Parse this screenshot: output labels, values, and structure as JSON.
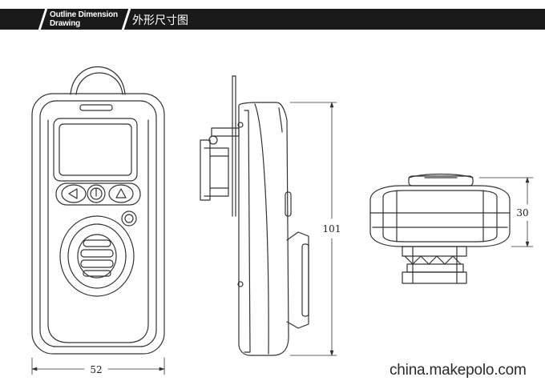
{
  "header": {
    "title_en_line1": "Outline Dimension",
    "title_en_line2": "Drawing",
    "title_zh": "外形尺寸图"
  },
  "dimensions": {
    "width": "52",
    "height": "101",
    "depth": "30"
  },
  "watermark": "china.makepolo.com",
  "colors": {
    "header_bg": "#1a1a1a",
    "line": "#333333",
    "fill": "#ffffff"
  }
}
